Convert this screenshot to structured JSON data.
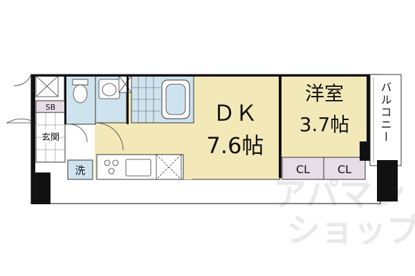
{
  "floorplan": {
    "rooms": {
      "dk": {
        "name": "ＤＫ",
        "size": "7.6帖"
      },
      "western": {
        "name": "洋室",
        "size": "3.7帖"
      },
      "entrance": {
        "name": "玄関"
      },
      "shoebox": {
        "name": "SB"
      },
      "washer": {
        "name": "洗"
      },
      "closet_1": {
        "name": "CL"
      },
      "closet_2": {
        "name": "CL"
      },
      "balcony": {
        "name": "バルコニー"
      }
    },
    "watermark": {
      "line1": "アパマン",
      "line2": "ショップ"
    },
    "colors": {
      "wall": "#111111",
      "dk_floor": "#f3e8b8",
      "western_floor": "#f3e8b8",
      "wet_area": "#cfe3ee",
      "closet": "#e8dde6",
      "outline": "#333333"
    }
  }
}
